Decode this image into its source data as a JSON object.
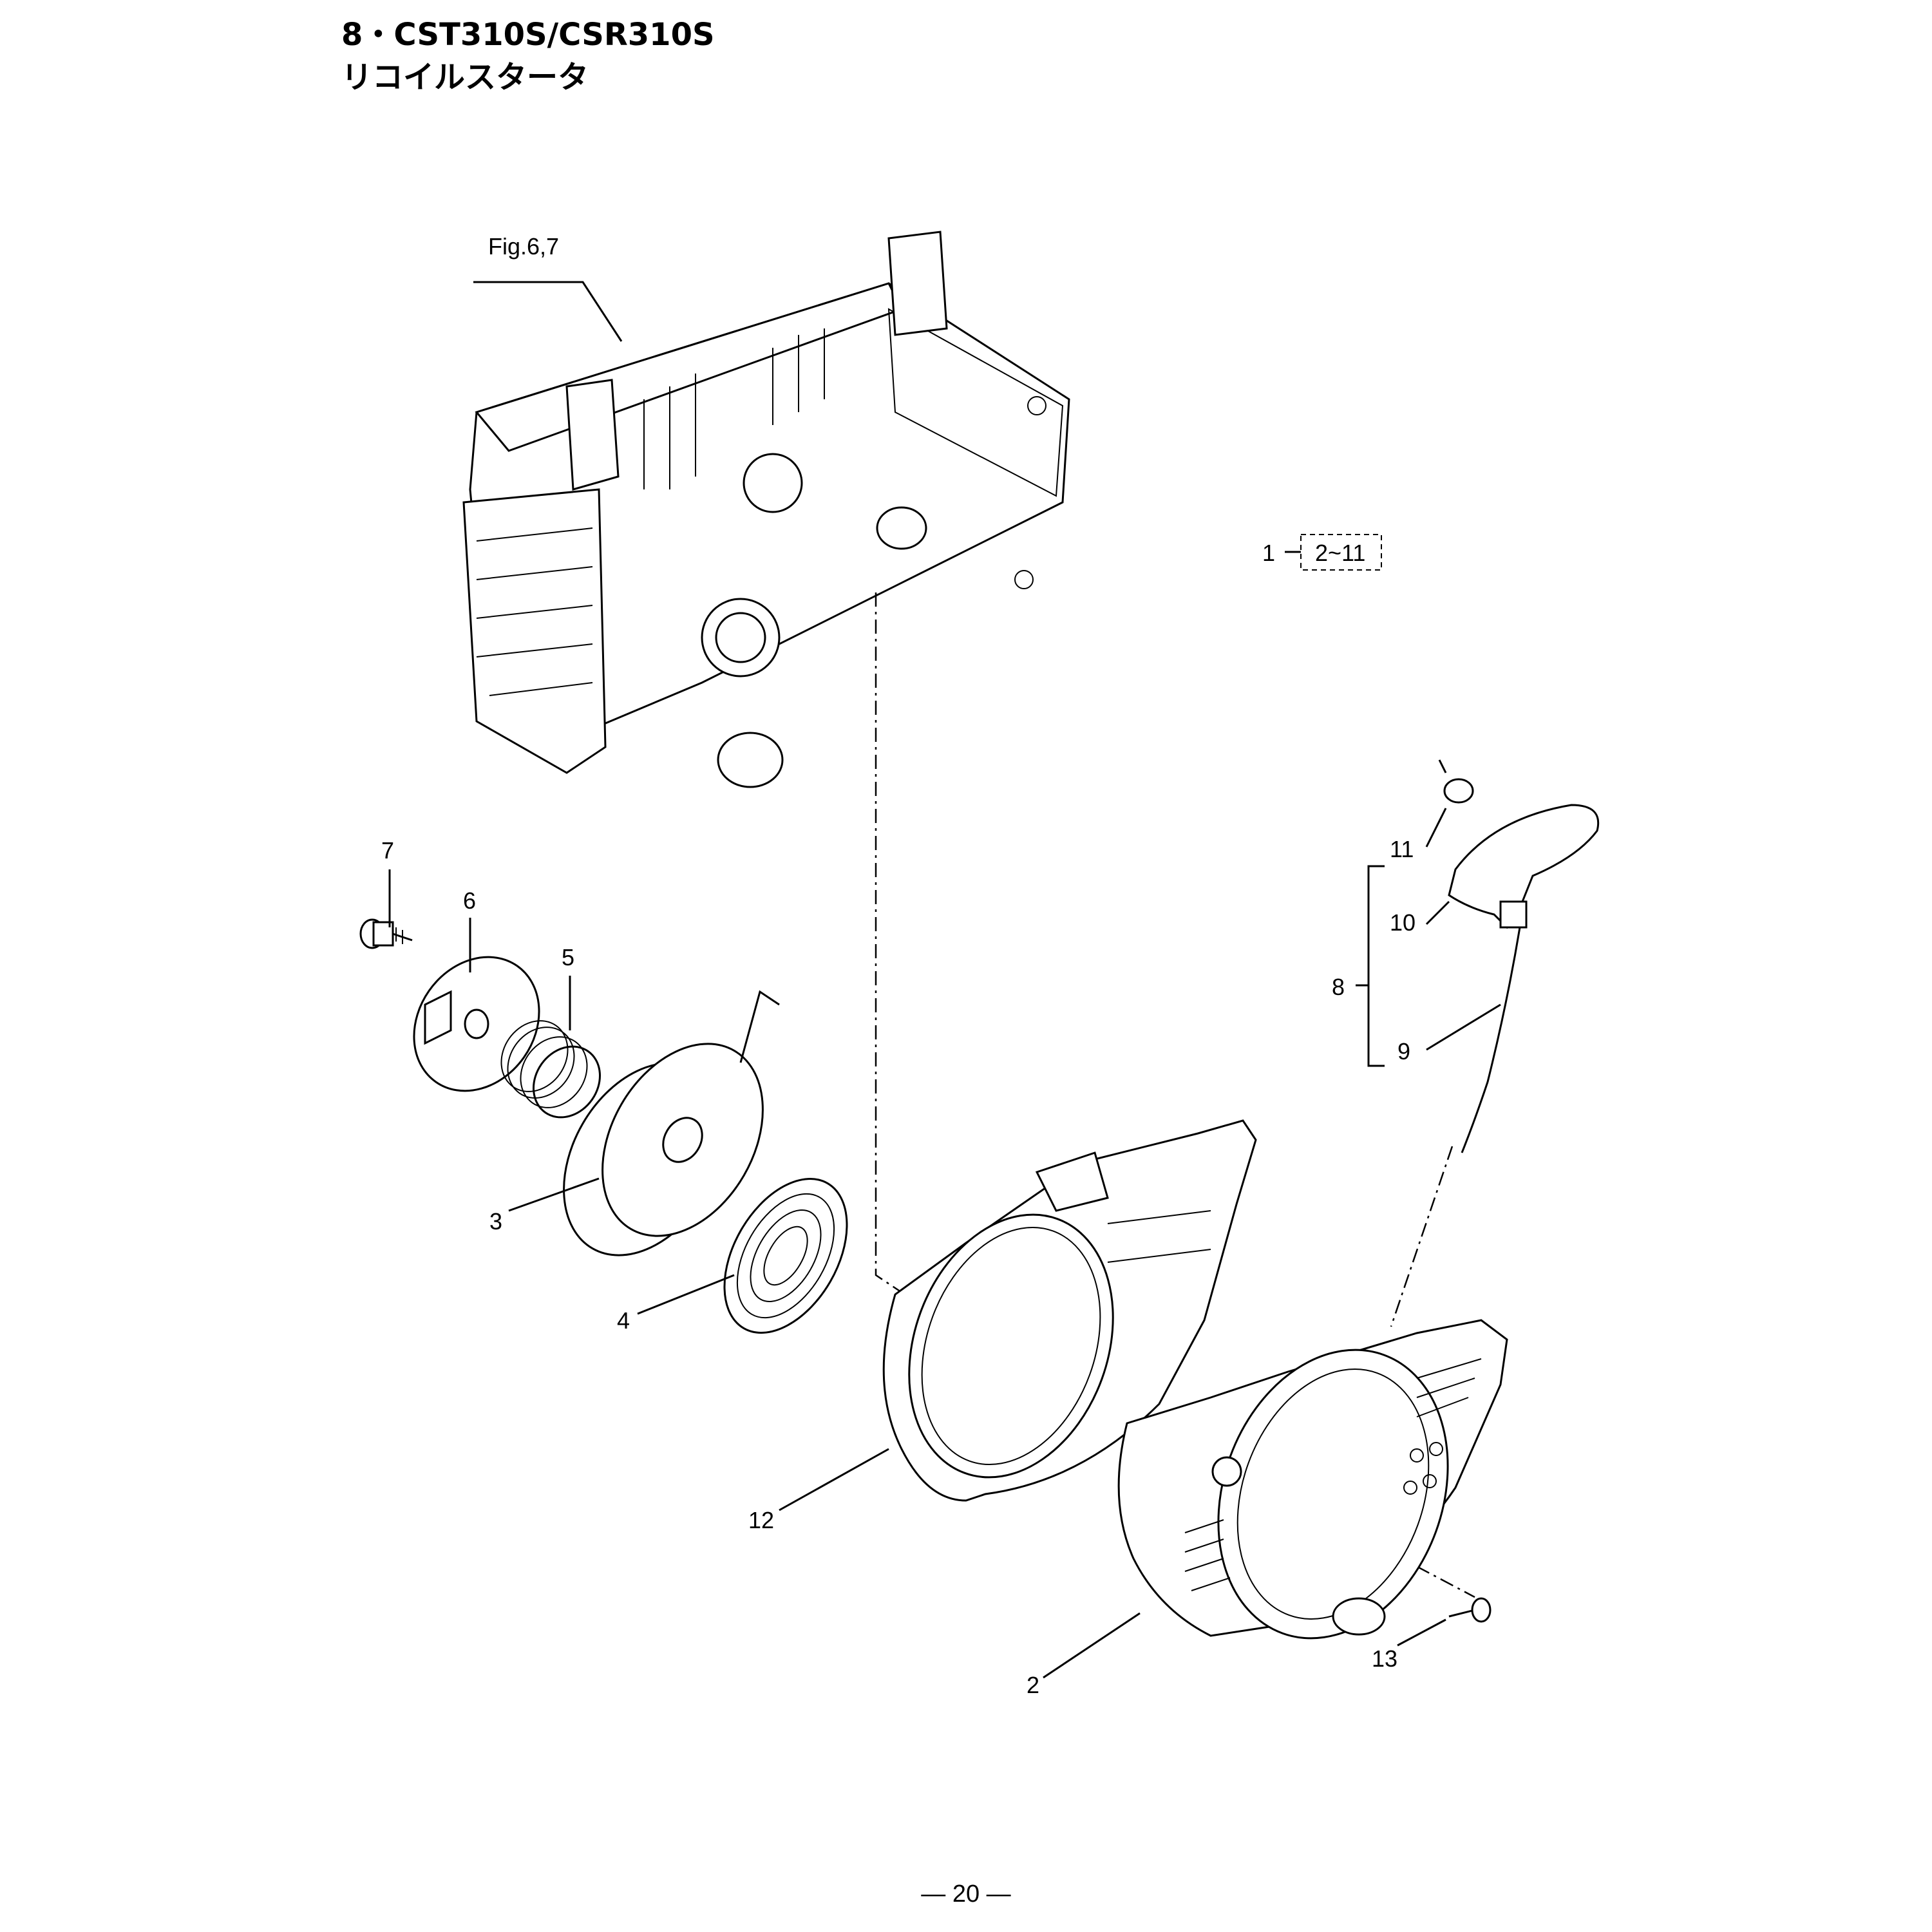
{
  "header": {
    "title": "8・CST310S/CSR310S",
    "subtitle": "リコイルスタータ"
  },
  "callouts": {
    "fig_ref": "Fig.6,7",
    "assembly_num": "1",
    "assembly_range": "2~11",
    "p2": "2",
    "p3": "3",
    "p4": "4",
    "p5": "5",
    "p6": "6",
    "p7": "7",
    "p8": "8",
    "p9": "9",
    "p10": "10",
    "p11": "11",
    "p12": "12",
    "p13": "13"
  },
  "footer": {
    "page_number": "― 20 ―"
  }
}
